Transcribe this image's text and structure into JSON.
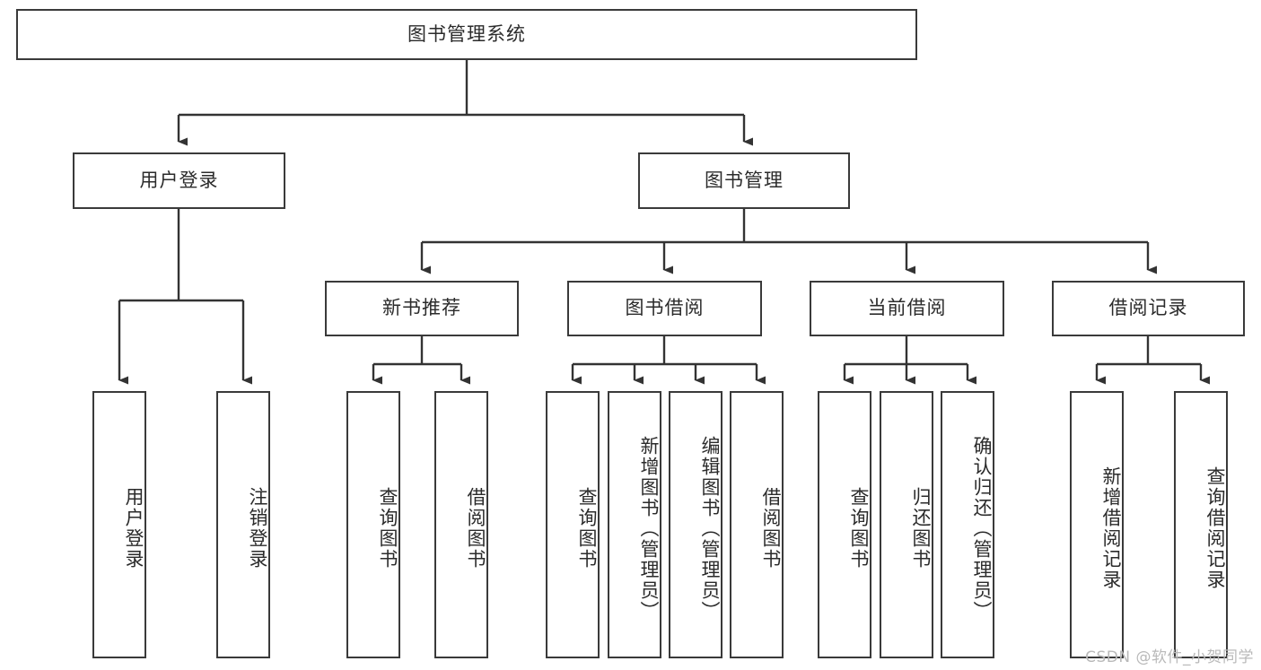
{
  "diagram": {
    "title": "图书管理系统",
    "type": "hierarchy-tree",
    "watermark": "CSDN @软件_小贺同学",
    "colors": {
      "box_border": "#3a3a3a",
      "box_fill": "#ffffff",
      "link": "#333333",
      "text": "#2b2b2b",
      "watermark": "#b9b9b9",
      "background": "#ffffff"
    },
    "root": {
      "label": "图书管理系统"
    },
    "level2": [
      {
        "label": "用户登录"
      },
      {
        "label": "图书管理"
      }
    ],
    "level3": [
      {
        "label": "新书推荐"
      },
      {
        "label": "图书借阅"
      },
      {
        "label": "当前借阅"
      },
      {
        "label": "借阅记录"
      }
    ],
    "leaves": {
      "user_login": [
        {
          "label": "用户登录"
        },
        {
          "label": "注销登录"
        }
      ],
      "new_book": [
        {
          "label": "查询图书"
        },
        {
          "label": "借阅图书"
        }
      ],
      "book_borrow": [
        {
          "label": "查询图书"
        },
        {
          "label": "新增图书（管理员）"
        },
        {
          "label": "编辑图书（管理员）"
        },
        {
          "label": "借阅图书"
        }
      ],
      "current_borrow": [
        {
          "label": "查询图书"
        },
        {
          "label": "归还图书"
        },
        {
          "label": "确认归还（管理员）"
        }
      ],
      "borrow_record": [
        {
          "label": "新增借阅记录"
        },
        {
          "label": "查询借阅记录"
        }
      ]
    }
  }
}
